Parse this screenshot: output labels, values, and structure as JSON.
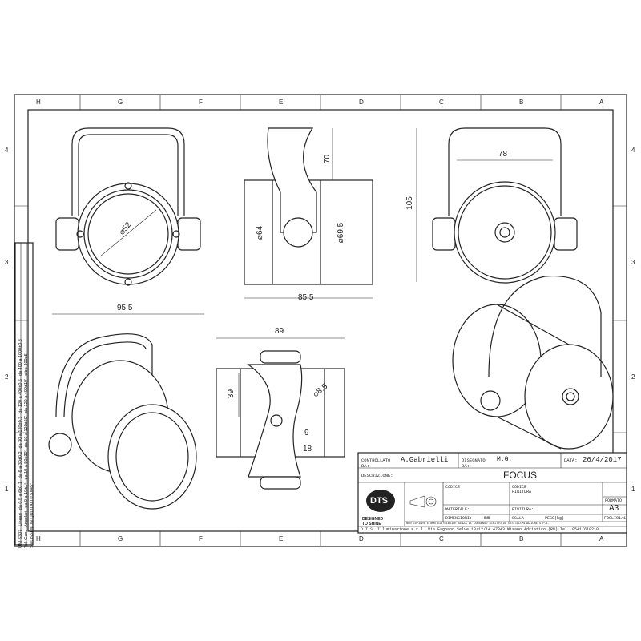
{
  "frame": {
    "columns": [
      "H",
      "G",
      "F",
      "E",
      "D",
      "C",
      "B",
      "A"
    ],
    "rows": [
      "4",
      "3",
      "2",
      "1"
    ]
  },
  "dimensions": {
    "front_width": "95.5",
    "front_diameter": "⌀52",
    "side_width": "85.5",
    "side_height": "70",
    "side_d1": "⌀64",
    "side_d2": "⌀69.5",
    "back_width": "78",
    "back_height": "105",
    "top_width": "89",
    "top_h": "39",
    "top_hole": "⌀8.5",
    "top_9": "9",
    "top_18": "18"
  },
  "title_block": {
    "controllato_label": "CONTROLLATO DA:",
    "controllato": "A.Gabrielli",
    "disegnato_label": "DISEGNATO DA:",
    "disegnato": "M.G.",
    "data_label": "DATA:",
    "data": "26/4/2017",
    "descrizione_label": "DESCRIZIONE:",
    "descrizione": "FOCUS",
    "codice_label": "CODICE",
    "codice_finitura_label": "CODICE FINITURA",
    "materiale_label": "MATERIALE:",
    "finitura_label": "FINITURA:",
    "dimensioni_label": "DIMENSIONI:",
    "dimensioni": "mm",
    "scala_label": "SCALA",
    "peso_label": "PESO(kg)",
    "foglio_label": "FOGLIO",
    "foglio": "1/1",
    "formato_label": "FORMATO",
    "formato": "A3",
    "logo": "DTS",
    "slogan": "DESIGNED TO SHINE",
    "notice": "NON COPIARE E NON DISTRIBUIRE SENZA IL CONSENSO SCRITTO DA DTS ILLUMINAZIONE S.P.L.",
    "address": "D.T.S. Illuminazione s.r.l. Via Fagnano Selve 10/12/14 47843 Misano Adriatico (RN) Tel. 0541/610210"
  },
  "tolerances": {
    "row1": [
      "UNI 5307",
      "Lineari",
      "da 0,5 a 6±0,1",
      "da 6 a 30±0,2",
      "da 30 a 120±0,3",
      "da 120 a 400±0,5",
      "da 400 a 1000±0,8"
    ],
    "row2": [
      "Tol. Gen.",
      "Angolari",
      "da 0 a 10±1°",
      "da 10 a 50±30'",
      "da 50 a 120±20'",
      "da 120 a 400±10'",
      "oltre 400±5'"
    ],
    "row3": "SMUSSI NON QUOTATI 0,5X45°"
  }
}
